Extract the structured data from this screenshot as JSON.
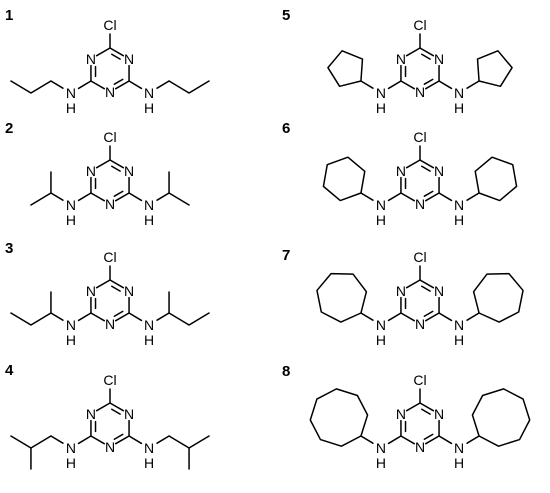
{
  "compounds": [
    {
      "label": "1",
      "substituent": "n-propyl"
    },
    {
      "label": "2",
      "substituent": "isopropyl"
    },
    {
      "label": "3",
      "substituent": "sec-butyl"
    },
    {
      "label": "4",
      "substituent": "isobutyl"
    },
    {
      "label": "5",
      "substituent": "cyclopentyl",
      "ring_size": 5
    },
    {
      "label": "6",
      "substituent": "cyclohexyl",
      "ring_size": 6
    },
    {
      "label": "7",
      "substituent": "cycloheptyl",
      "ring_size": 7
    },
    {
      "label": "8",
      "substituent": "cyclooctyl",
      "ring_size": 8
    }
  ],
  "atoms": {
    "chlorine": "Cl",
    "ring_nitrogen": "N",
    "amine_n": "N",
    "amine_h": "H"
  }
}
